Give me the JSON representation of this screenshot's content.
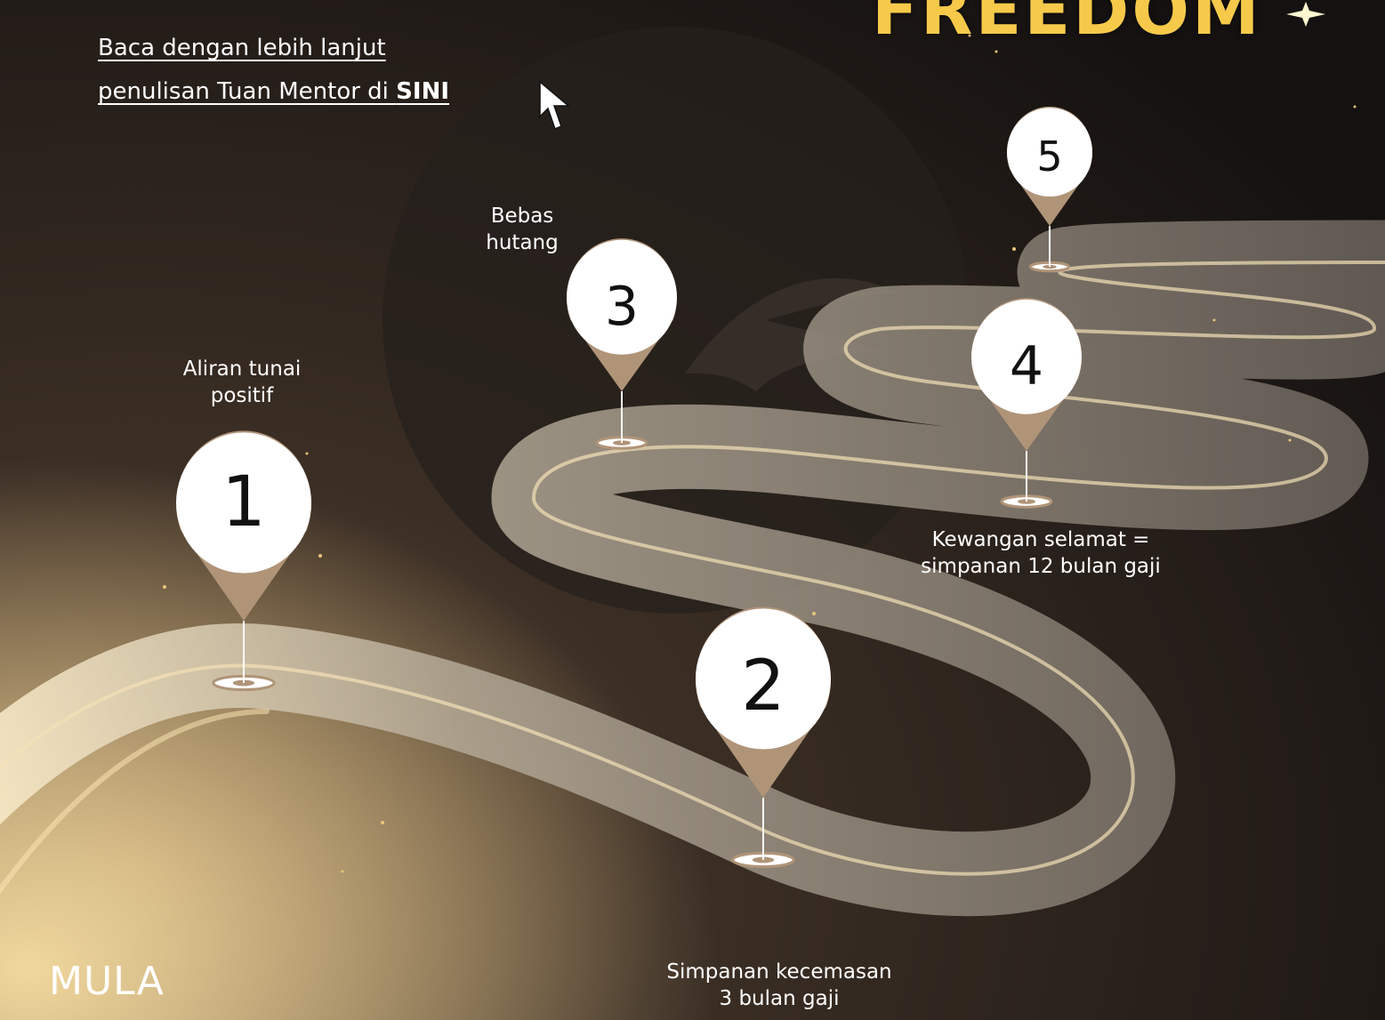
{
  "header": {
    "title": "FREEDOM",
    "link_line1": "Baca dengan lebih lanjut",
    "link_line2_prefix": "penulisan Tuan Mentor di ",
    "link_line2_bold": "SINI"
  },
  "start_label": "MULA",
  "milestones": [
    {
      "number": "1",
      "label": "Aliran tunai\npositif"
    },
    {
      "number": "2",
      "label": "Simpanan kecemasan\n3 bulan gaji"
    },
    {
      "number": "3",
      "label": "Bebas\nhutang"
    },
    {
      "number": "4",
      "label": "Kewangan selamat =\nsimpanan 12 bulan gaji"
    },
    {
      "number": "5",
      "label": ""
    }
  ],
  "colors": {
    "title": "#f6c94a",
    "pin_tip": "#b09478",
    "road": "#6e665f",
    "road_glow": "#f3e1b6",
    "background": "#1a1613"
  },
  "icons": [
    "cursor-arrow-icon",
    "location-pin-icon"
  ]
}
